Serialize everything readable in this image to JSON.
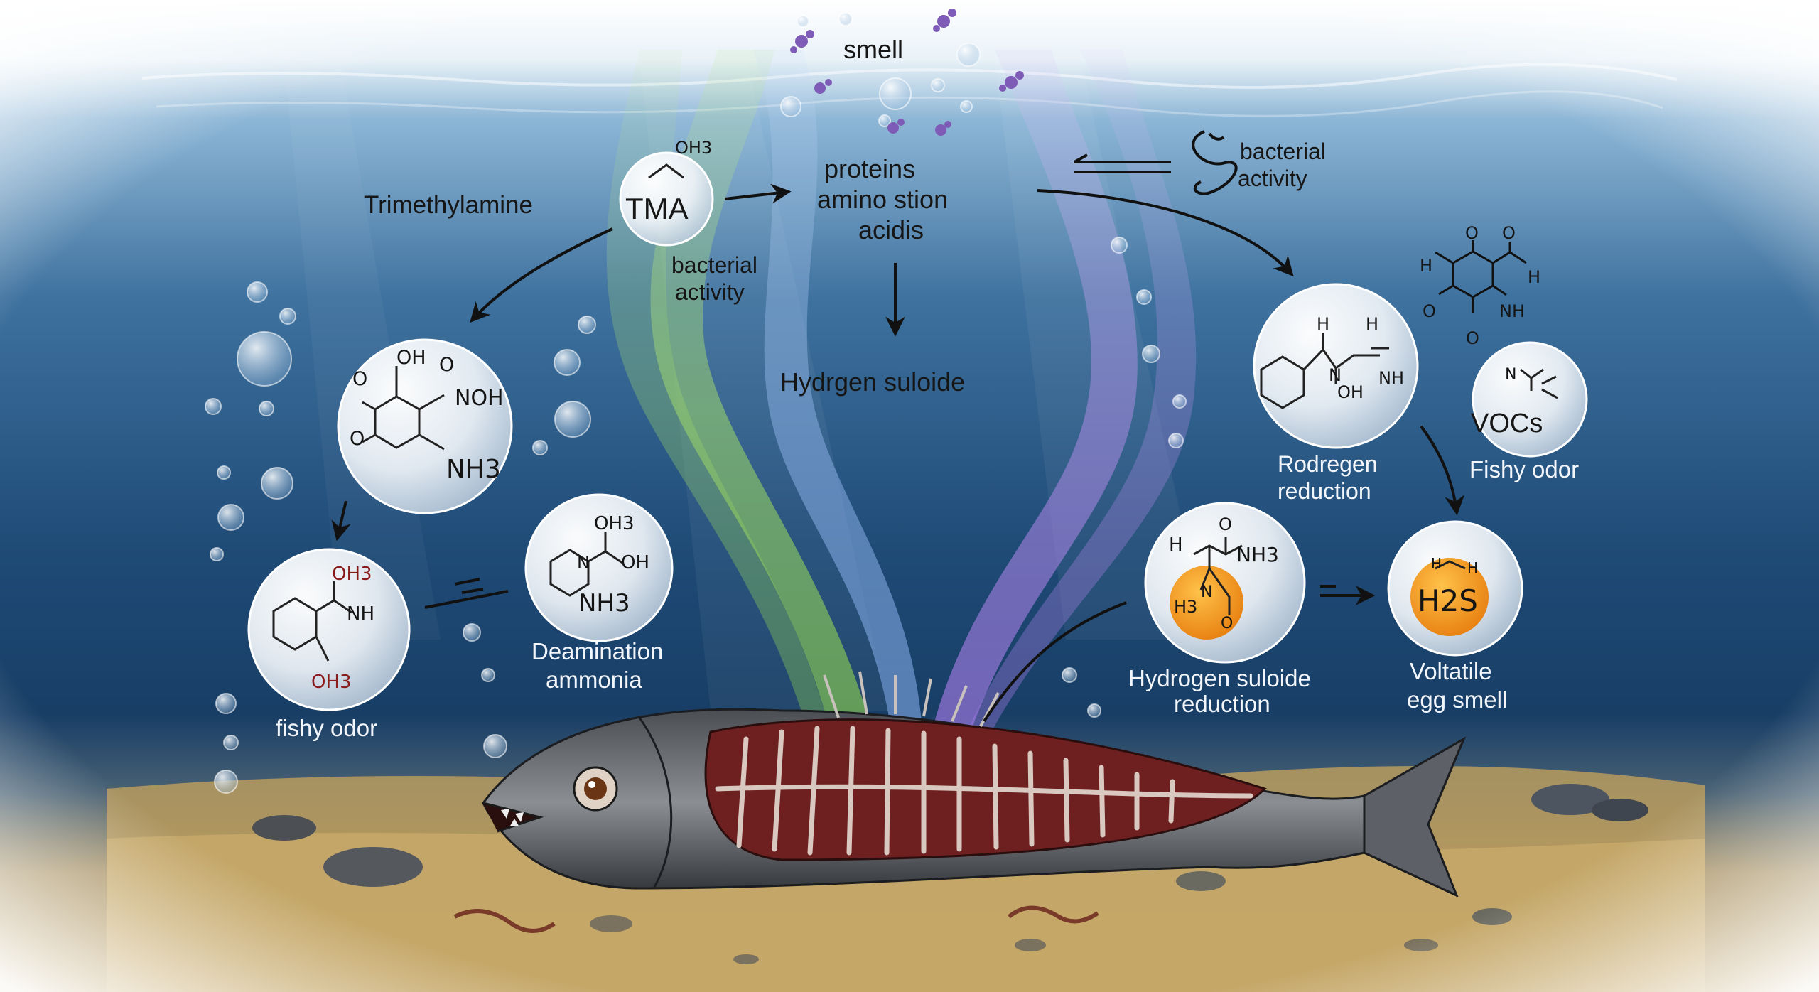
{
  "labels": {
    "smell": "smell",
    "proteins": "proteins",
    "amino": "amino stion",
    "acids": "acidis",
    "hydrogen_center": "Hydrgen suloide",
    "bacterial_top_1": "bacterial",
    "bacterial_top_2": "activity",
    "bacterial_mid_1": "bacterial",
    "bacterial_mid_2": "activity",
    "trimethylamine": "Trimethylamine",
    "tma": "TMA",
    "fishy_odor_left": "fishy odor",
    "deamination_1": "Deamination",
    "deamination_2": "ammonia",
    "rodregen_1": "Rodregen",
    "rodregen_2": "reduction",
    "vocs": "VOCs",
    "fishy_odor_right": "Fishy odor",
    "hydrogen_red_1": "Hydrogen suloide",
    "hydrogen_red_2": "reduction",
    "voltatile_1": "Voltatile",
    "voltatile_2": "egg smell"
  },
  "chem": {
    "tma_oh3": "OH3",
    "b1_oh": "OH",
    "b1_o_left": "O",
    "b1_o_low": "O",
    "b1_o_right": "O",
    "b1_noh": "NOH",
    "b1_nh3": "NH3",
    "b2_oh3_top": "OH3",
    "b2_nh": "NH",
    "b2_oh3_bottom": "OH3",
    "b3_oh3": "OH3",
    "b3_n": "N",
    "b3_oh": "OH",
    "b3_nh3": "NH3",
    "b4_h": "H",
    "b4_h2": "H",
    "b4_n": "N",
    "b4_oh": "OH",
    "b4_nh": "NH",
    "free_o_top": "O",
    "free_o_top2": "O",
    "free_h": "H",
    "free_o_left": "O",
    "free_o_bottom": "O",
    "free_h2": "H",
    "free_nh": "NH",
    "b5_n": "N",
    "b6_o": "O",
    "b6_h": "H",
    "b6_nh3": "NH3",
    "b6_h3": "H3",
    "b6_n": "N",
    "b6_o2": "O",
    "b7_h2s": "H2S",
    "b7_h": "H",
    "b7_h2": "H"
  },
  "colors": {
    "water_top": "#e8f1f8",
    "water_mid": "#3d6f9e",
    "water_deep": "#173c63",
    "sand": "#b89b5e",
    "plume_green": "#9fd86a",
    "plume_purple": "#a98be0",
    "plume_blue": "#8fb4e8",
    "highlight_orange": "#f29a1a",
    "arrow": "#111111"
  }
}
